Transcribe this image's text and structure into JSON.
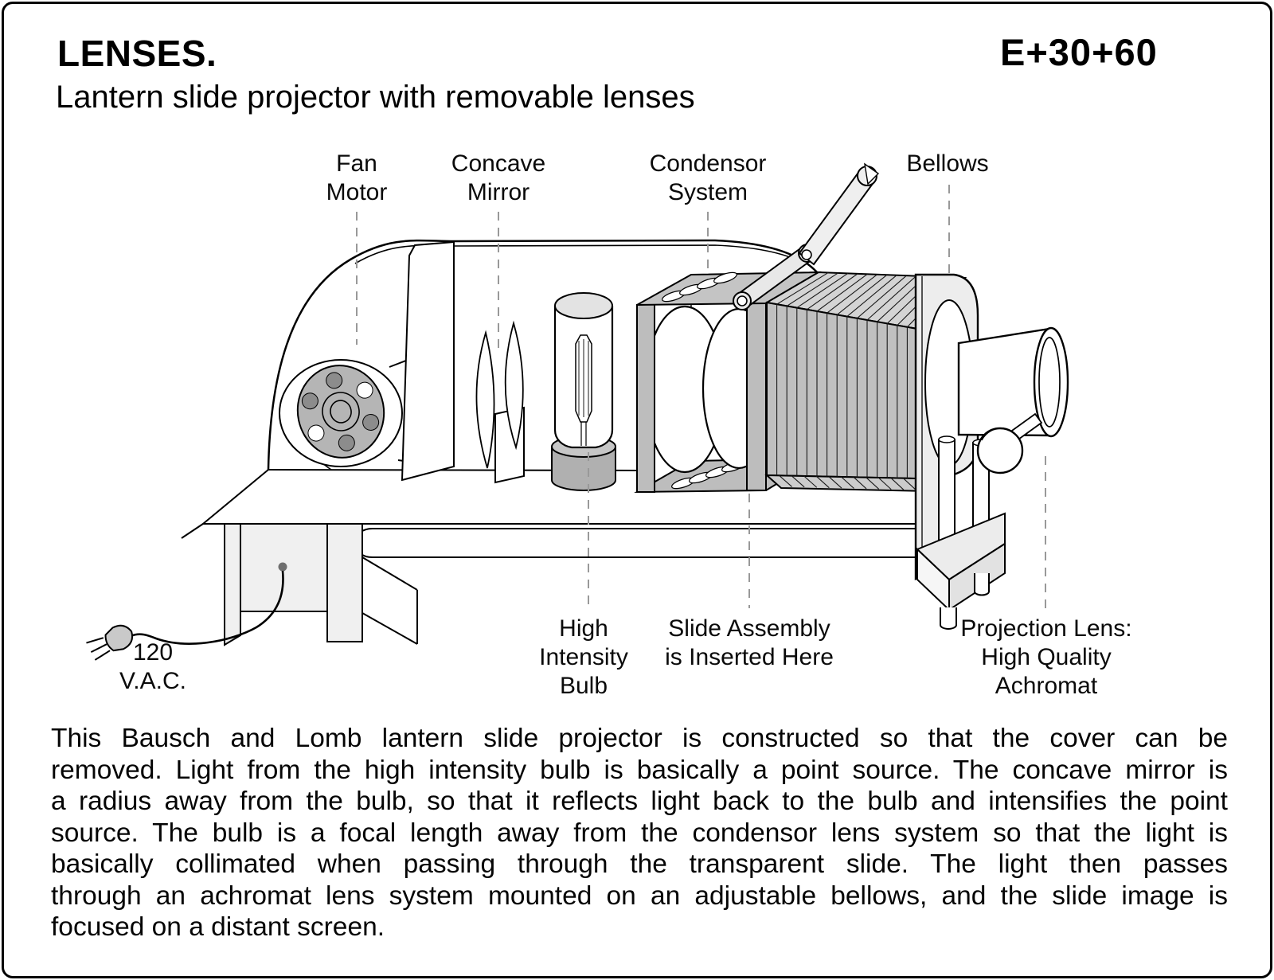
{
  "page": {
    "title": "LENSES.",
    "catalog_code": "E+30+60",
    "subtitle": "Lantern slide projector with removable lenses"
  },
  "diagram": {
    "labels": {
      "fan_motor": "Fan\nMotor",
      "concave_mirror": "Concave\nMirror",
      "condensor_system": "Condensor\nSystem",
      "bellows": "Bellows",
      "high_intensity_bulb": "High\nIntensity\nBulb",
      "slide_assembly": "Slide Assembly\nis Inserted Here",
      "projection_lens": "Projection Lens:\nHigh Quality Achromat",
      "power": "120\nV.A.C."
    }
  },
  "description": {
    "lines": [
      "This Bausch and Lomb lantern slide projector is constructed so that the cover can be",
      "removed. Light from the high intensity bulb is basically a point source. The concave mirror is",
      "a radius away from the bulb, so that it reflects light back to the bulb and intensifies the point",
      "source. The bulb is a focal length away from the condensor lens system so that the light is",
      "basically collimated when passing through the transparent slide. The light then passes",
      "through an achromat lens system mounted on an adjustable bellows, and the slide image is",
      "focused on a distant screen."
    ]
  }
}
